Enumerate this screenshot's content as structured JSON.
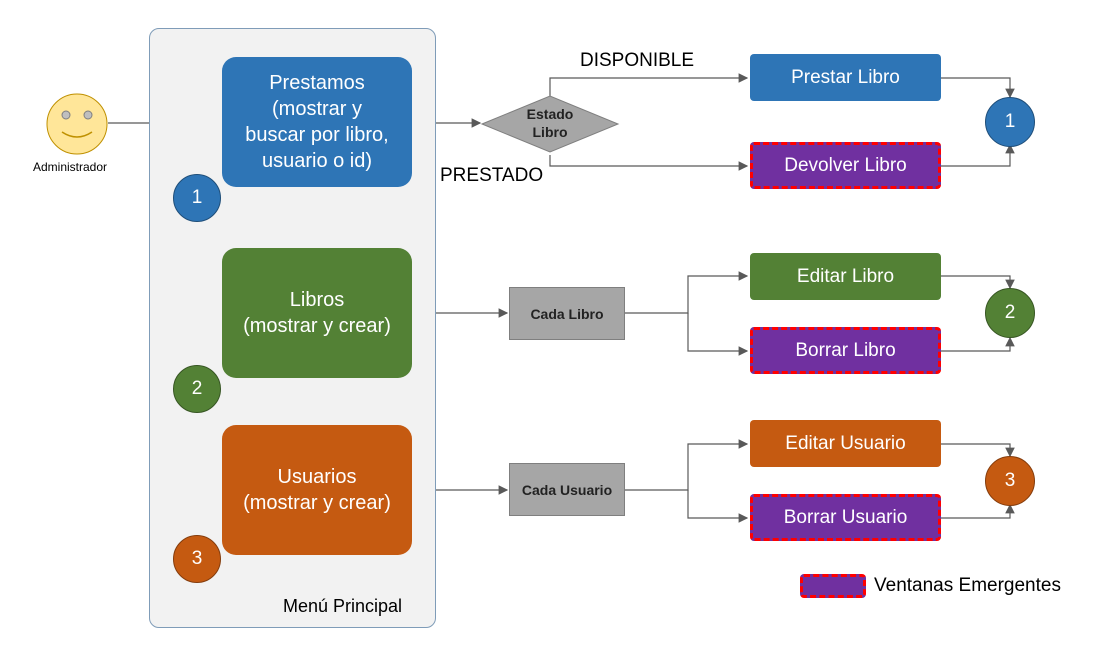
{
  "colors": {
    "blue": "#2e75b6",
    "green": "#538135",
    "orange": "#c55a11",
    "purple": "#7030a0",
    "gray": "#a6a6a6",
    "popup_border": "#ff0000",
    "actor_face": "#ffe699"
  },
  "actor": {
    "label": "Administrador",
    "icon": "smiley-face-icon"
  },
  "menu": {
    "title": "Menú Principal"
  },
  "modules": [
    {
      "label": "Prestamos\n(mostrar y\nbuscar por libro,\nusuario o id)",
      "number": "1"
    },
    {
      "label": "Libros\n(mostrar y crear)",
      "number": "2"
    },
    {
      "label": "Usuarios\n(mostrar y crear)",
      "number": "3"
    }
  ],
  "decision": {
    "label": "Estado\nLibro",
    "yes_label": "DISPONIBLE",
    "no_label": "PRESTADO"
  },
  "process_boxes": {
    "libro": "Cada Libro",
    "usuario": "Cada Usuario"
  },
  "actions": {
    "prestar_libro": "Prestar Libro",
    "devolver_libro": "Devolver Libro",
    "editar_libro": "Editar Libro",
    "borrar_libro": "Borrar Libro",
    "editar_usuario": "Editar Usuario",
    "borrar_usuario": "Borrar Usuario"
  },
  "connectors": [
    "1",
    "2",
    "3"
  ],
  "legend": {
    "label": "Ventanas Emergentes"
  }
}
